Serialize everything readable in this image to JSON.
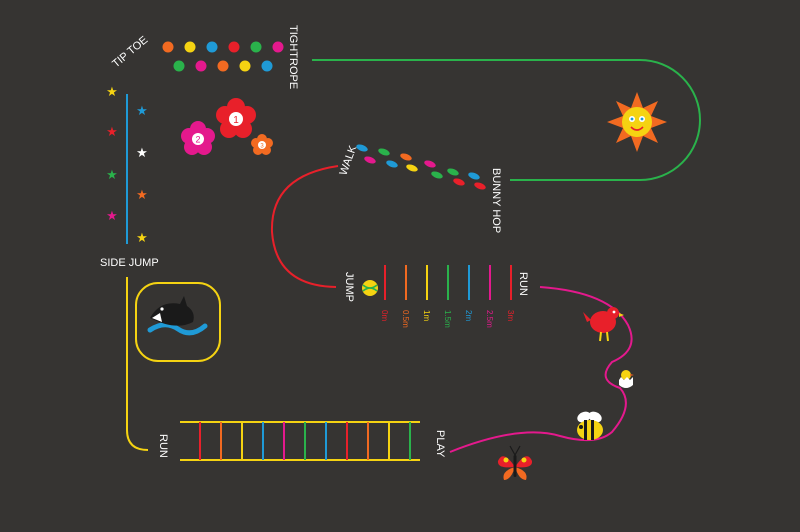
{
  "labels": {
    "tightrope": "TIGHTROPE",
    "tip_toe": "TIP TOE",
    "side_jump": "SIDE JUMP",
    "walk": "WALK",
    "bunny_hop": "BUNNY HOP",
    "jump": "JUMP",
    "run_top": "RUN",
    "run_bottom": "RUN",
    "play": "PLAY"
  },
  "flowers": [
    "1",
    "2",
    "3"
  ],
  "jump_markers": [
    "0m",
    "0.5m",
    "1m",
    "1.5m",
    "2m",
    "2.5m",
    "3m"
  ],
  "colors": {
    "background": "#363432",
    "red": "#e8202a",
    "orange": "#f26a21",
    "yellow": "#f5d312",
    "green": "#2ab24b",
    "blue": "#1f9ad6",
    "pink": "#e4198d",
    "white": "#ffffff"
  },
  "icons": [
    "sun-icon",
    "shark-icon",
    "hen-icon",
    "chick-icon",
    "bee-icon",
    "butterfly-icon",
    "ball-icon",
    "footprints-icon",
    "star-icon"
  ]
}
